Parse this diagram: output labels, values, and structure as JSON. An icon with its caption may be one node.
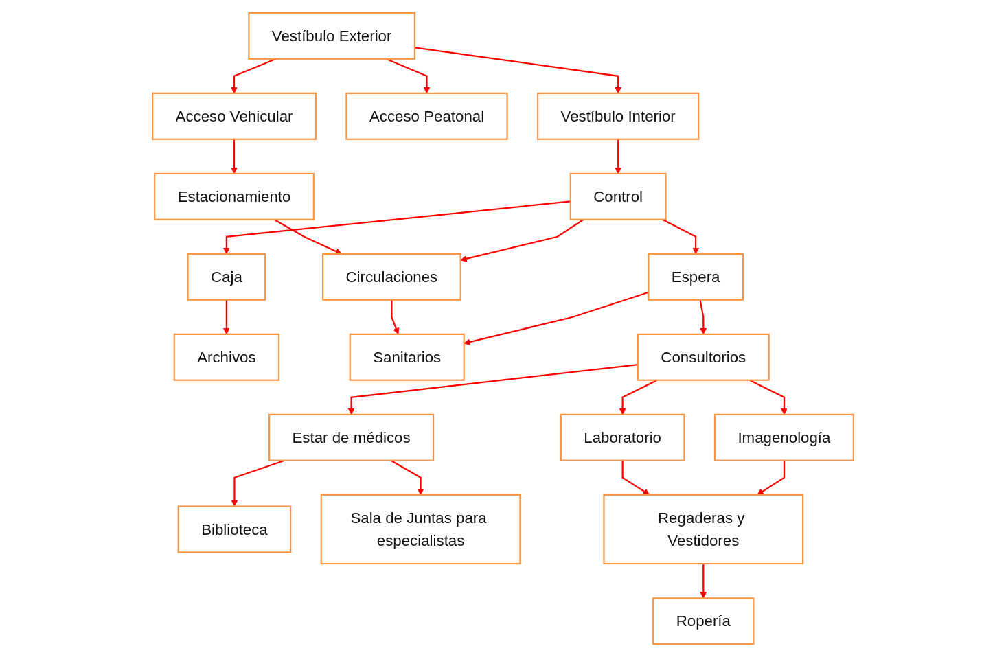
{
  "diagram": {
    "nodes": [
      {
        "text": [
          "Acceso Vehicular"
        ]
      },
      {
        "text": [
          "Vestíbulo Exterior"
        ]
      },
      {
        "text": [
          "Acceso Peatonal"
        ]
      },
      {
        "text": [
          "Estacionamiento"
        ]
      },
      {
        "text": [
          "Vestíbulo Interior"
        ]
      },
      {
        "text": [
          "Circulaciones"
        ]
      },
      {
        "text": [
          "Control"
        ]
      },
      {
        "text": [
          "Caja"
        ]
      },
      {
        "text": [
          "Archivos"
        ]
      },
      {
        "text": [
          "Sanitarios"
        ]
      },
      {
        "text": [
          "Espera"
        ]
      },
      {
        "text": [
          "Consultorios"
        ]
      },
      {
        "text": [
          "Estar de médicos"
        ]
      },
      {
        "text": [
          "Laboratorio"
        ]
      },
      {
        "text": [
          "Imagenología"
        ]
      },
      {
        "text": [
          "Biblioteca"
        ]
      },
      {
        "text": [
          "Sala de Juntas para especialistas"
        ]
      },
      {
        "text": [
          "Regaderas y Vestidores"
        ]
      },
      {
        "text": [
          "Ropería"
        ]
      }
    ],
    "edges": [
      {
        "from": 1,
        "to": 0,
        "arrow": "to"
      },
      {
        "from": 1,
        "to": 2,
        "arrow": "to"
      },
      {
        "from": 0,
        "to": 3,
        "arrow": "to"
      },
      {
        "from": 1,
        "to": 4,
        "arrow": "to"
      },
      {
        "from": 3,
        "to": 5,
        "arrow": "to"
      },
      {
        "from": 4,
        "to": 6,
        "arrow": "to"
      },
      {
        "from": 6,
        "to": 5,
        "arrow": "to"
      },
      {
        "from": 6,
        "to": 7,
        "arrow": "to"
      },
      {
        "from": 7,
        "to": 8,
        "arrow": "to"
      },
      {
        "from": 5,
        "to": 9,
        "arrow": "to"
      },
      {
        "from": 6,
        "to": 10,
        "arrow": "to"
      },
      {
        "from": 10,
        "to": 9,
        "arrow": "to"
      },
      {
        "from": 10,
        "to": 11,
        "arrow": "to"
      },
      {
        "from": 11,
        "to": 12,
        "arrow": "to"
      },
      {
        "from": 11,
        "to": 13,
        "arrow": "to"
      },
      {
        "from": 11,
        "to": 14,
        "arrow": "to"
      },
      {
        "from": 12,
        "to": 15,
        "arrow": "to"
      },
      {
        "from": 12,
        "to": 16,
        "arrow": "to"
      },
      {
        "from": 13,
        "to": 17,
        "arrow": "to"
      },
      {
        "from": 14,
        "to": 17,
        "arrow": "to"
      },
      {
        "from": 17,
        "to": 18,
        "arrow": "to"
      }
    ]
  }
}
